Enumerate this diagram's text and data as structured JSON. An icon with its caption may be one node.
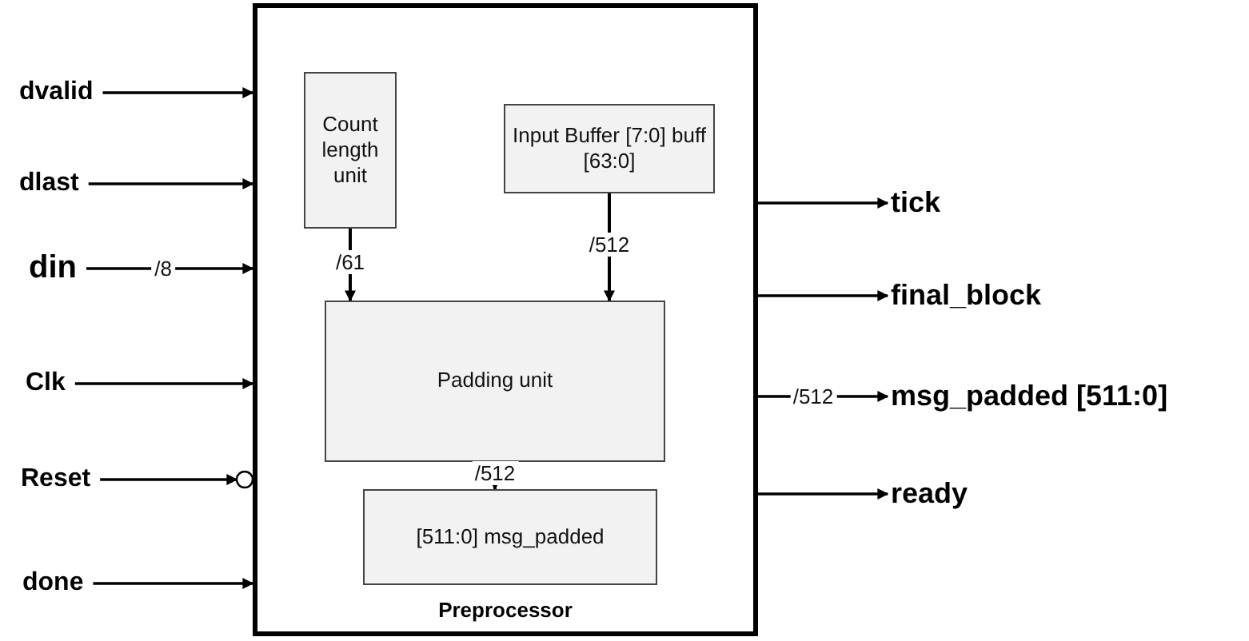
{
  "diagram": {
    "nodes": [
      {
        "text": [
          "Preprocessor"
        ]
      },
      {
        "text": [
          "Count length unit"
        ],
        "in": 0
      },
      {
        "text": [
          "Input Buffer [7:0] buff [63:0]"
        ],
        "in": 0
      },
      {
        "text": [
          "Padding unit"
        ],
        "in": 0
      },
      {
        "text": [
          "[511:0] msg_padded"
        ],
        "in": 0
      },
      {
        "text": [
          "dvalid"
        ]
      },
      {
        "text": [
          "dlast"
        ]
      },
      {
        "text": [
          "din"
        ]
      },
      {
        "text": [
          "Clk"
        ]
      },
      {
        "text": [
          "Reset"
        ]
      },
      {
        "text": [
          "done"
        ]
      },
      {
        "text": [
          "tick"
        ]
      },
      {
        "text": [
          "final_block"
        ]
      },
      {
        "text": [
          "msg_padded [511:0]"
        ]
      },
      {
        "text": [
          "ready"
        ]
      }
    ],
    "edges": [
      {
        "from": 1,
        "to": 3,
        "arrow": "to",
        "label": "/61"
      },
      {
        "from": 2,
        "to": 3,
        "arrow": "to",
        "label": "/512"
      },
      {
        "from": 3,
        "to": 4,
        "arrow": "to",
        "label": "/512"
      },
      {
        "from": 5,
        "to": 0,
        "arrow": "to"
      },
      {
        "from": 6,
        "to": 0,
        "arrow": "to"
      },
      {
        "from": 7,
        "to": 0,
        "arrow": "to",
        "label": "/8"
      },
      {
        "from": 8,
        "to": 0,
        "arrow": "to"
      },
      {
        "from": 9,
        "to": 0,
        "arrow": "to"
      },
      {
        "from": 10,
        "to": 0,
        "arrow": "to"
      },
      {
        "from": 0,
        "to": 11,
        "arrow": "to"
      },
      {
        "from": 0,
        "to": 12,
        "arrow": "to"
      },
      {
        "from": 0,
        "to": 13,
        "arrow": "to",
        "label": "/512"
      },
      {
        "from": 0,
        "to": 14,
        "arrow": "to"
      }
    ]
  }
}
